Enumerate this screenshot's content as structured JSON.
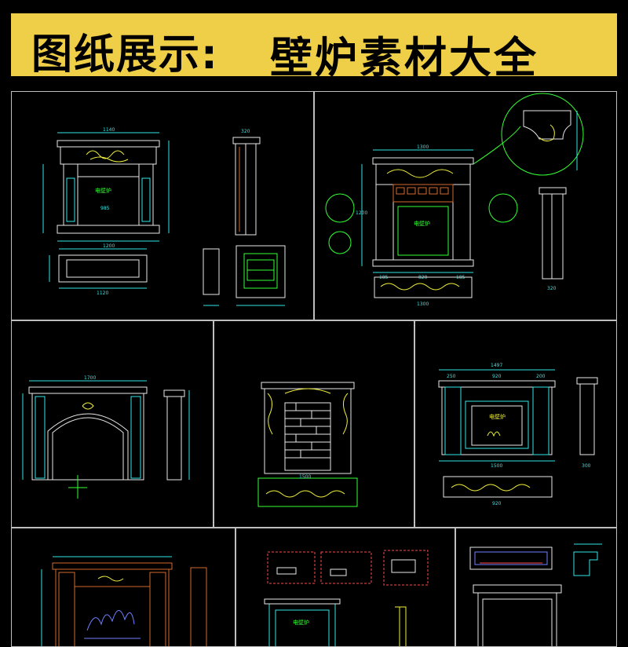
{
  "banner": {
    "title_left": "图纸展示:",
    "title_right": "壁炉素材大全"
  },
  "panels": [
    {
      "id": "p1",
      "drawing": "fireplace-front-side-plan"
    },
    {
      "id": "p2",
      "drawing": "fireplace-with-detail-callouts"
    },
    {
      "id": "p3",
      "drawing": "arched-fireplace"
    },
    {
      "id": "p4",
      "drawing": "brick-fireplace"
    },
    {
      "id": "p5",
      "drawing": "column-fireplace"
    },
    {
      "id": "p6",
      "drawing": "wood-fireplace"
    },
    {
      "id": "p7",
      "drawing": "fireplace-details"
    },
    {
      "id": "p8",
      "drawing": "fireplace-profile-details"
    }
  ],
  "labels": {
    "p1_width_top": "1140",
    "p1_width_bottom": "1200",
    "p1_label_center": "电壁炉",
    "p1_dim_a": "985",
    "p1_plan_a": "1120",
    "p1_side_top": "320",
    "p2_width_top": "1300",
    "p2_width_bottom": "1300",
    "p2_center_label": "电壁炉",
    "p2_dim_mid": "820",
    "p2_dim_left": "185",
    "p2_dim_right": "185",
    "p2_side_w": "320",
    "p2_height": "1200",
    "p3_width": "1700",
    "p4_label_top": "1500",
    "p5_top": "1497",
    "p5_left": "250",
    "p5_mid": "920",
    "p5_right": "200",
    "p5_center_label": "电壁炉",
    "p5_bottom": "1500",
    "p5_side": "300",
    "p5_plan_mid": "920",
    "p7_center_label": "电壁炉"
  },
  "colors": {
    "banner_bg": "#efcf47",
    "cad_bg": "#000000",
    "cad_cyan": "#32e6e6",
    "cad_green": "#34ff34",
    "cad_yellow": "#f0f03c",
    "cad_white": "#e8e8e8",
    "cad_orange": "#d4682c"
  }
}
